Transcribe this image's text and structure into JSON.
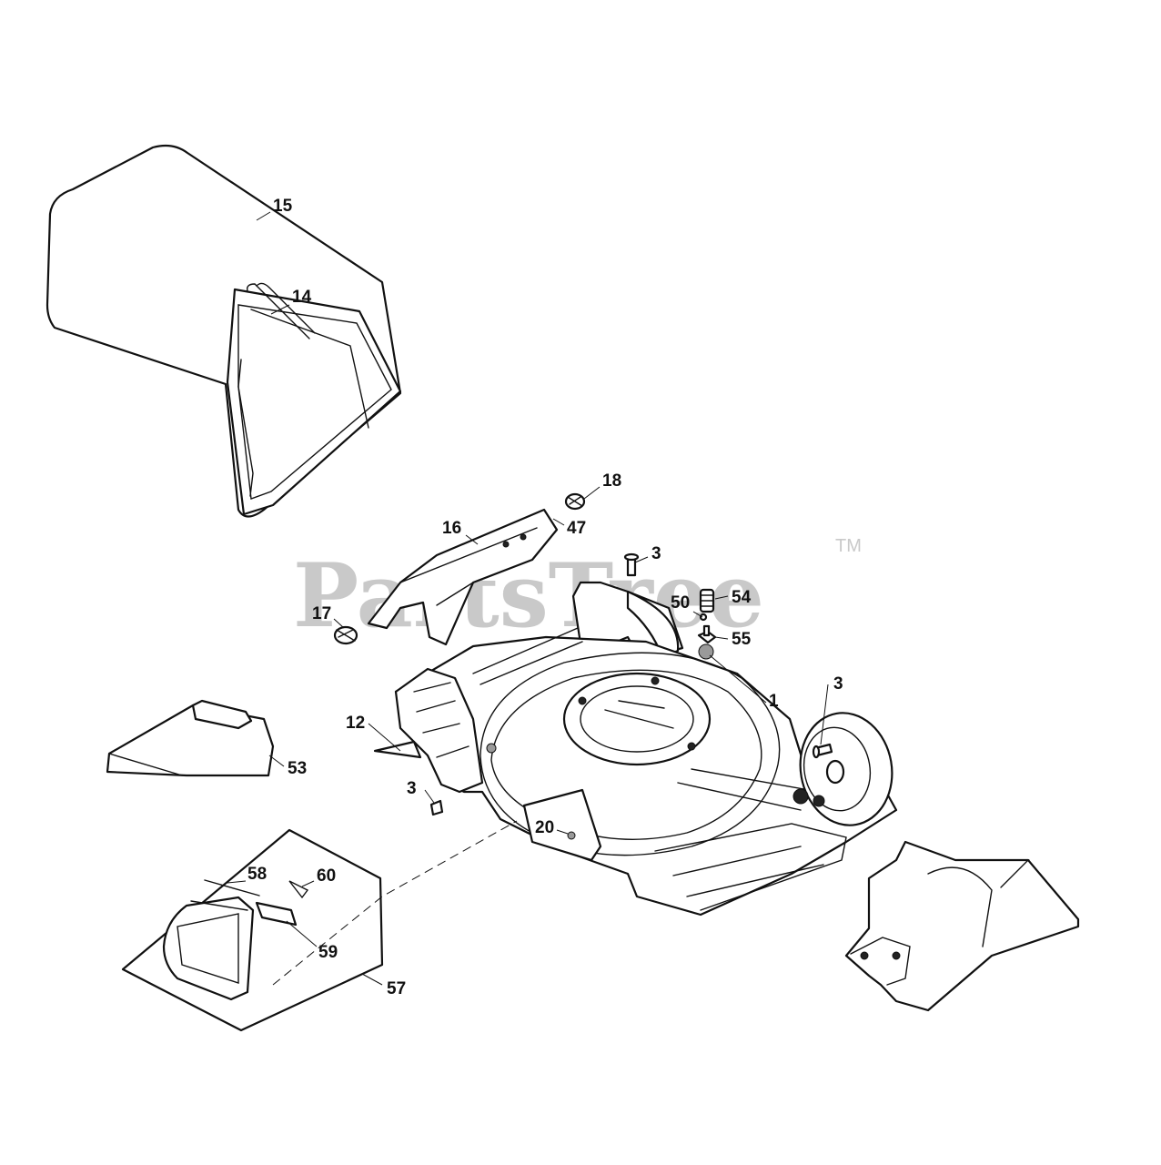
{
  "watermark": {
    "text": "PartsTree",
    "trademark": "TM"
  },
  "callouts": {
    "c1": "1",
    "c3a": "3",
    "c3b": "3",
    "c3c": "3",
    "c12": "12",
    "c14": "14",
    "c15": "15",
    "c16": "16",
    "c17": "17",
    "c18": "18",
    "c20": "20",
    "c47": "47",
    "c50": "50",
    "c53": "53",
    "c54": "54",
    "c55": "55",
    "c57": "57",
    "c58": "58",
    "c59": "59",
    "c60": "60"
  }
}
